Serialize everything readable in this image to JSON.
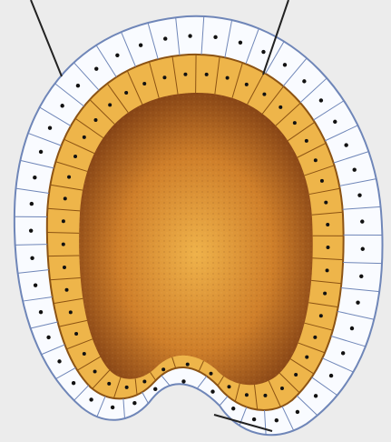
{
  "diagram": {
    "colors": {
      "background": "#ececec",
      "outer_layer_fill": "#f9fbff",
      "outer_layer_stroke": "#6f86b8",
      "inner_layer_fill": "#eeb54a",
      "inner_layer_stroke": "#8c5313",
      "cavity_center": "#e8a13a",
      "cavity_edge": "#7a3a12",
      "nucleus": "#111111",
      "pointer_line": "#222222"
    },
    "parts": [
      {
        "id": "outer-layer",
        "description": ""
      },
      {
        "id": "inner-layer",
        "description": ""
      },
      {
        "id": "cavity",
        "description": ""
      },
      {
        "id": "opening",
        "description": ""
      }
    ]
  }
}
